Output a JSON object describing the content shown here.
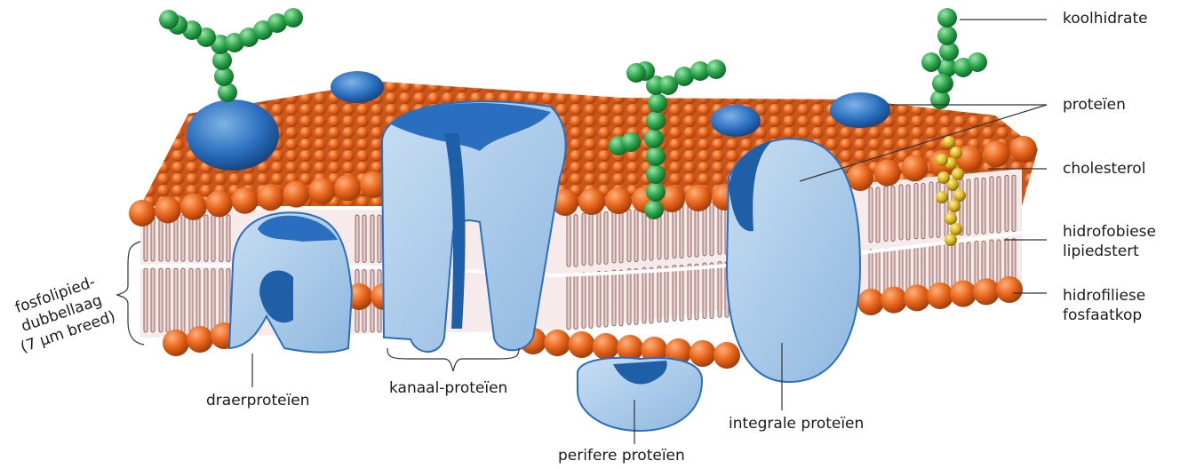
{
  "labels": {
    "carbohydrate": "koolhidrate",
    "proteins": "proteïen",
    "cholesterol": "cholesterol",
    "tail_line1": "hidrofobiese",
    "tail_line2": "lipiedstert",
    "head_line1": "hidrofiliese",
    "head_line2": "fosfaatkop",
    "bilayer_line1": "fosfolipied-",
    "bilayer_line2": "dubbellaag",
    "bilayer_line3": "(7 µm breed)",
    "carrier": "draerproteïen",
    "channel": "kanaal-proteïen",
    "peripheral": "perifere proteïen",
    "integral": "integrale proteïen"
  },
  "colors": {
    "phosphate_head": "#e8661c",
    "lipid_tail": "#e9c8c4",
    "protein_light": "#a9cbe8",
    "protein_dark": "#1f5fa8",
    "carbohydrate": "#2aa34a",
    "cholesterol": "#d8b21e"
  }
}
